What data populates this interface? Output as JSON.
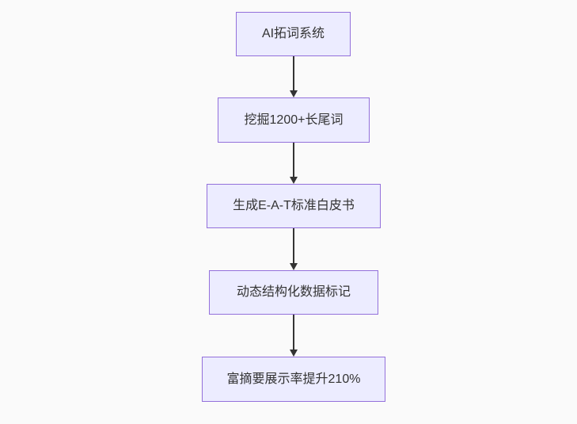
{
  "diagram": {
    "type": "flowchart-vertical",
    "nodes": [
      {
        "id": "node-1",
        "label": "AI拓词系统"
      },
      {
        "id": "node-2",
        "label": "挖掘1200+长尾词"
      },
      {
        "id": "node-3",
        "label": "生成E-A-T标准白皮书"
      },
      {
        "id": "node-4",
        "label": "动态结构化数据标记"
      },
      {
        "id": "node-5",
        "label": "富摘要展示率提升210%"
      }
    ],
    "edges": [
      {
        "from": "node-1",
        "to": "node-2"
      },
      {
        "from": "node-2",
        "to": "node-3"
      },
      {
        "from": "node-3",
        "to": "node-4"
      },
      {
        "from": "node-4",
        "to": "node-5"
      }
    ],
    "colors": {
      "node_fill": "#ececff",
      "node_border": "#9370db",
      "node_text": "#333333",
      "arrow": "#333333",
      "background": "#fafafa"
    }
  }
}
